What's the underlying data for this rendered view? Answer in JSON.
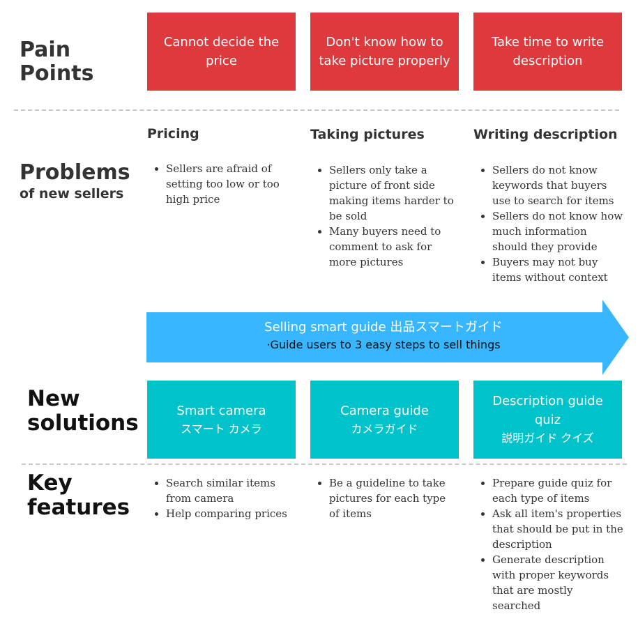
{
  "sections": {
    "pain_points": [
      "Pain",
      "Points"
    ],
    "problems": [
      "Problems",
      "of new sellers"
    ],
    "new_solutions": [
      "New",
      "solutions"
    ],
    "key_features": [
      "Key",
      "features"
    ]
  },
  "pain_boxes": [
    [
      "Cannot decide the",
      "price"
    ],
    [
      "Don't know how to",
      "take picture properly"
    ],
    [
      "Take time to write",
      "description"
    ]
  ],
  "problem_columns": [
    {
      "title": "Pricing",
      "bullets": [
        [
          "Sellers are afraid of",
          "setting too low or too",
          "high price"
        ]
      ]
    },
    {
      "title": "Taking pictures",
      "bullets": [
        [
          "Sellers only take a",
          "picture of front side",
          "making items harder to",
          "be sold"
        ],
        [
          "Many buyers need to",
          "comment to ask for",
          "more pictures"
        ]
      ]
    },
    {
      "title": "Writing description",
      "bullets": [
        [
          "Sellers do not know",
          "keywords that buyers",
          "use to search for items"
        ],
        [
          "Sellers do not know how",
          "much information",
          "should they provide"
        ],
        [
          "Buyers may not buy",
          "items without context"
        ]
      ]
    }
  ],
  "arrow": {
    "title": "Selling smart guide 出品スマートガイド",
    "subtitle": "·Guide users to 3 easy steps to sell things"
  },
  "solution_boxes": [
    {
      "lines": [
        "Smart camera"
      ],
      "sub": "スマート カメラ"
    },
    {
      "lines": [
        "Camera guide"
      ],
      "sub": "カメラガイド"
    },
    {
      "lines": [
        "Description guide",
        "quiz"
      ],
      "sub": "説明ガイド クイズ"
    }
  ],
  "feature_columns": [
    {
      "bullets": [
        [
          "Search similar items",
          "from camera"
        ],
        [
          "Help comparing prices"
        ]
      ]
    },
    {
      "bullets": [
        [
          "Be a guideline to take",
          "pictures for each type",
          "of items"
        ]
      ]
    },
    {
      "bullets": [
        [
          "Prepare guide quiz for",
          "each type of items"
        ],
        [
          "Ask all item's properties",
          "that should be put in the",
          "description"
        ],
        [
          "Generate description",
          "with proper keywords",
          "that are mostly",
          "searched"
        ]
      ]
    }
  ],
  "colors": {
    "pain_red": "#DE3A3E",
    "solution_teal": "#00C2CB",
    "arrow_blue": "#38B6FF"
  }
}
